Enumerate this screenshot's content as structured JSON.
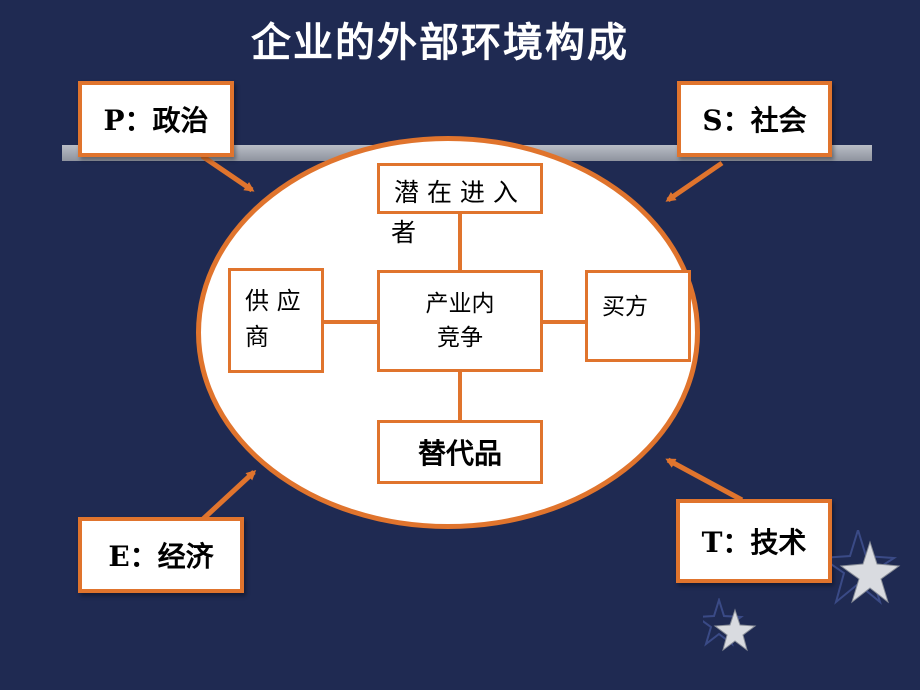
{
  "title": "企业的外部环境构成",
  "pest": {
    "p": "P：政治",
    "s": "S：社会",
    "e": "E：经济",
    "t": "T：技术"
  },
  "forces": {
    "entrants_line1": "潜 在 进 入",
    "entrants_line2": "者",
    "suppliers_line1": "供 应",
    "suppliers_line2": "商",
    "rivalry_line1": "产业内",
    "rivalry_line2": "竞争",
    "buyers": "买方",
    "substitutes": "替代品"
  },
  "colors": {
    "background": "#1f2a52",
    "accent": "#e0742d",
    "box_fill": "#ffffff"
  }
}
